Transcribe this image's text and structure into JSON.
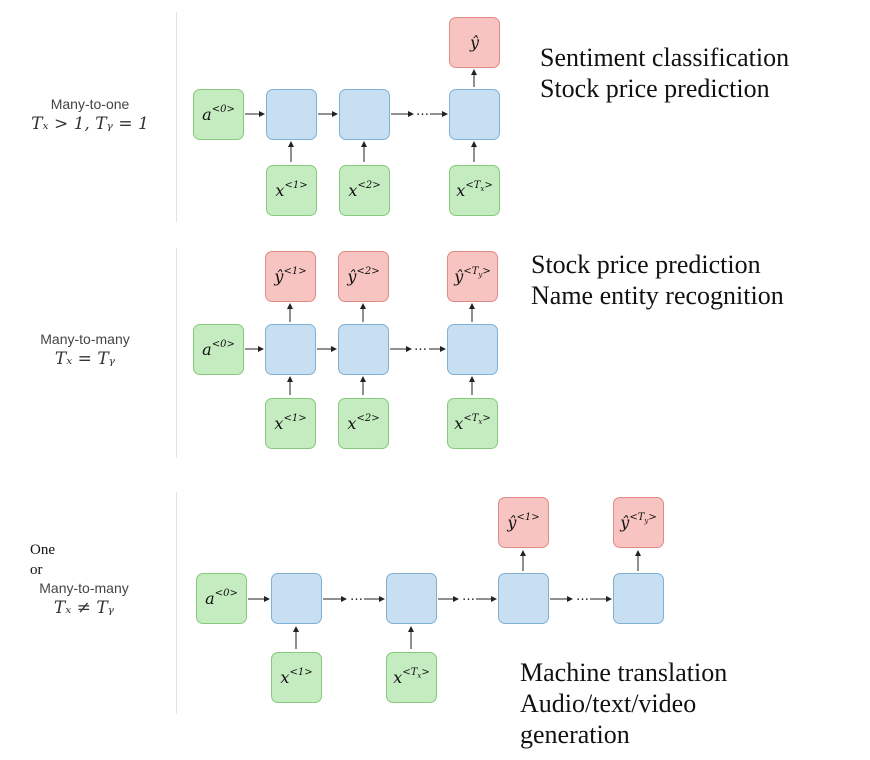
{
  "sections": [
    {
      "id": "many-to-one",
      "left_label": [
        "Many-to-one"
      ],
      "left_math": "Tₓ > 1, Tᵧ = 1",
      "apps": [
        "Sentiment classification",
        "Stock price prediction"
      ],
      "nodes": {
        "a0": "a",
        "a0_sup": "<0>",
        "x1": "x",
        "x1_sup": "<1>",
        "x2": "x",
        "x2_sup": "<2>",
        "xT": "x",
        "xT_sup": "<T",
        "xT_sub": "x",
        "xT_close": ">",
        "y": "ŷ",
        "ellipsis": "…"
      }
    },
    {
      "id": "many-to-many-equal",
      "left_label": [
        "Many-to-many"
      ],
      "left_math": "Tₓ = Tᵧ",
      "apps": [
        "Stock price prediction",
        "Name entity recognition"
      ],
      "nodes": {
        "a0": "a",
        "a0_sup": "<0>",
        "y1": "ŷ",
        "y1_sup": "<1>",
        "y2": "ŷ",
        "y2_sup": "<2>",
        "yT": "ŷ",
        "yT_sup": "<T",
        "yT_sub": "y",
        "yT_close": ">",
        "x1": "x",
        "x1_sup": "<1>",
        "x2": "x",
        "x2_sup": "<2>",
        "xT": "x",
        "xT_sup": "<T",
        "xT_sub": "x",
        "xT_close": ">",
        "ellipsis": "…"
      }
    },
    {
      "id": "many-to-many-unequal",
      "left_label": [
        "One",
        "or",
        "Many-to-many"
      ],
      "left_math": "Tₓ ≠ Tᵧ",
      "apps": [
        "Machine translation",
        "Audio/text/video",
        "generation"
      ],
      "nodes": {
        "a0": "a",
        "a0_sup": "<0>",
        "x1": "x",
        "x1_sup": "<1>",
        "xT": "x",
        "xT_sup": "<T",
        "xT_sub": "x",
        "xT_close": ">",
        "y1": "ŷ",
        "y1_sup": "<1>",
        "yT": "ŷ",
        "yT_sup": "<T",
        "yT_sub": "y",
        "yT_close": ">",
        "ellipsis": "…"
      }
    }
  ]
}
